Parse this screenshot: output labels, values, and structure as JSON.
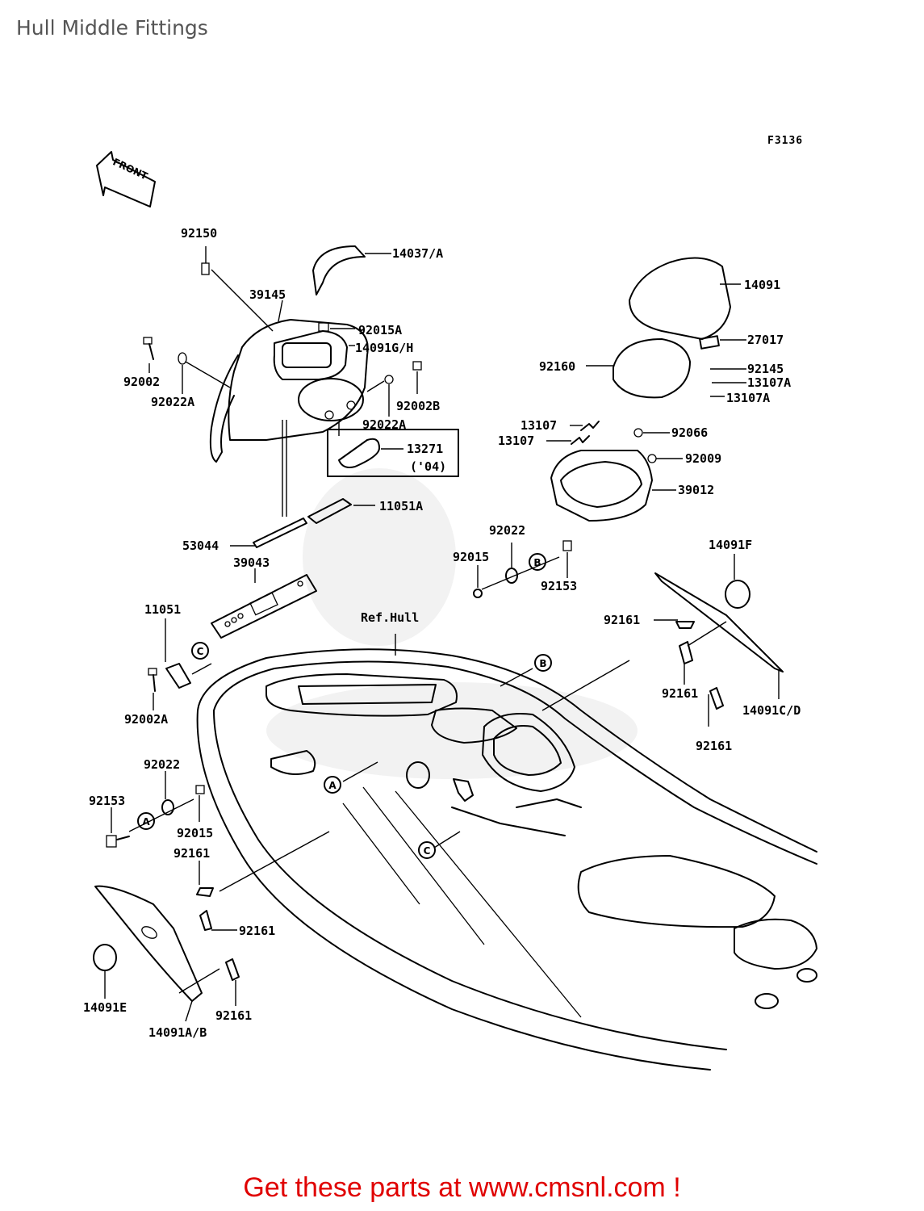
{
  "title": "Hull Middle Fittings",
  "figure_code": "F3136",
  "front_arrow": "FRONT",
  "ref_hull": "Ref.Hull",
  "circle_refs": {
    "a": "A",
    "b": "B",
    "c": "C"
  },
  "callout_box": {
    "part": "13271",
    "note": "('04)"
  },
  "parts": {
    "p92150": "92150",
    "p14037A": "14037/A",
    "p39145": "39145",
    "p92015A": "92015A",
    "p14091GH": "14091G/H",
    "p92002": "92002",
    "p92022A_1": "92022A",
    "p92002B": "92002B",
    "p92022A_2": "92022A",
    "p11051A": "11051A",
    "p53044": "53044",
    "p39043": "39043",
    "p11051": "11051",
    "p92002A": "92002A",
    "p14091": "14091",
    "p27017": "27017",
    "p92160": "92160",
    "p92145": "92145",
    "p13107A_1": "13107A",
    "p13107A_2": "13107A",
    "p13107_1": "13107",
    "p13107_2": "13107",
    "p92066": "92066",
    "p92009": "92009",
    "p39012": "39012",
    "p92022_1": "92022",
    "p92015_1": "92015",
    "p92153_1": "92153",
    "p14091F": "14091F",
    "p92161_1": "92161",
    "p92161_2": "92161",
    "p14091CD": "14091C/D",
    "p92161_3": "92161",
    "p92022_2": "92022",
    "p92153_2": "92153",
    "p92015_2": "92015",
    "p92161_4": "92161",
    "p92161_5": "92161",
    "p92161_6": "92161",
    "p14091E": "14091E",
    "p14091AB": "14091A/B"
  },
  "footer": "Get these parts at www.cmsnl.com !",
  "colors": {
    "footer": "#e00000",
    "title": "#555555",
    "lines": "#000000"
  }
}
